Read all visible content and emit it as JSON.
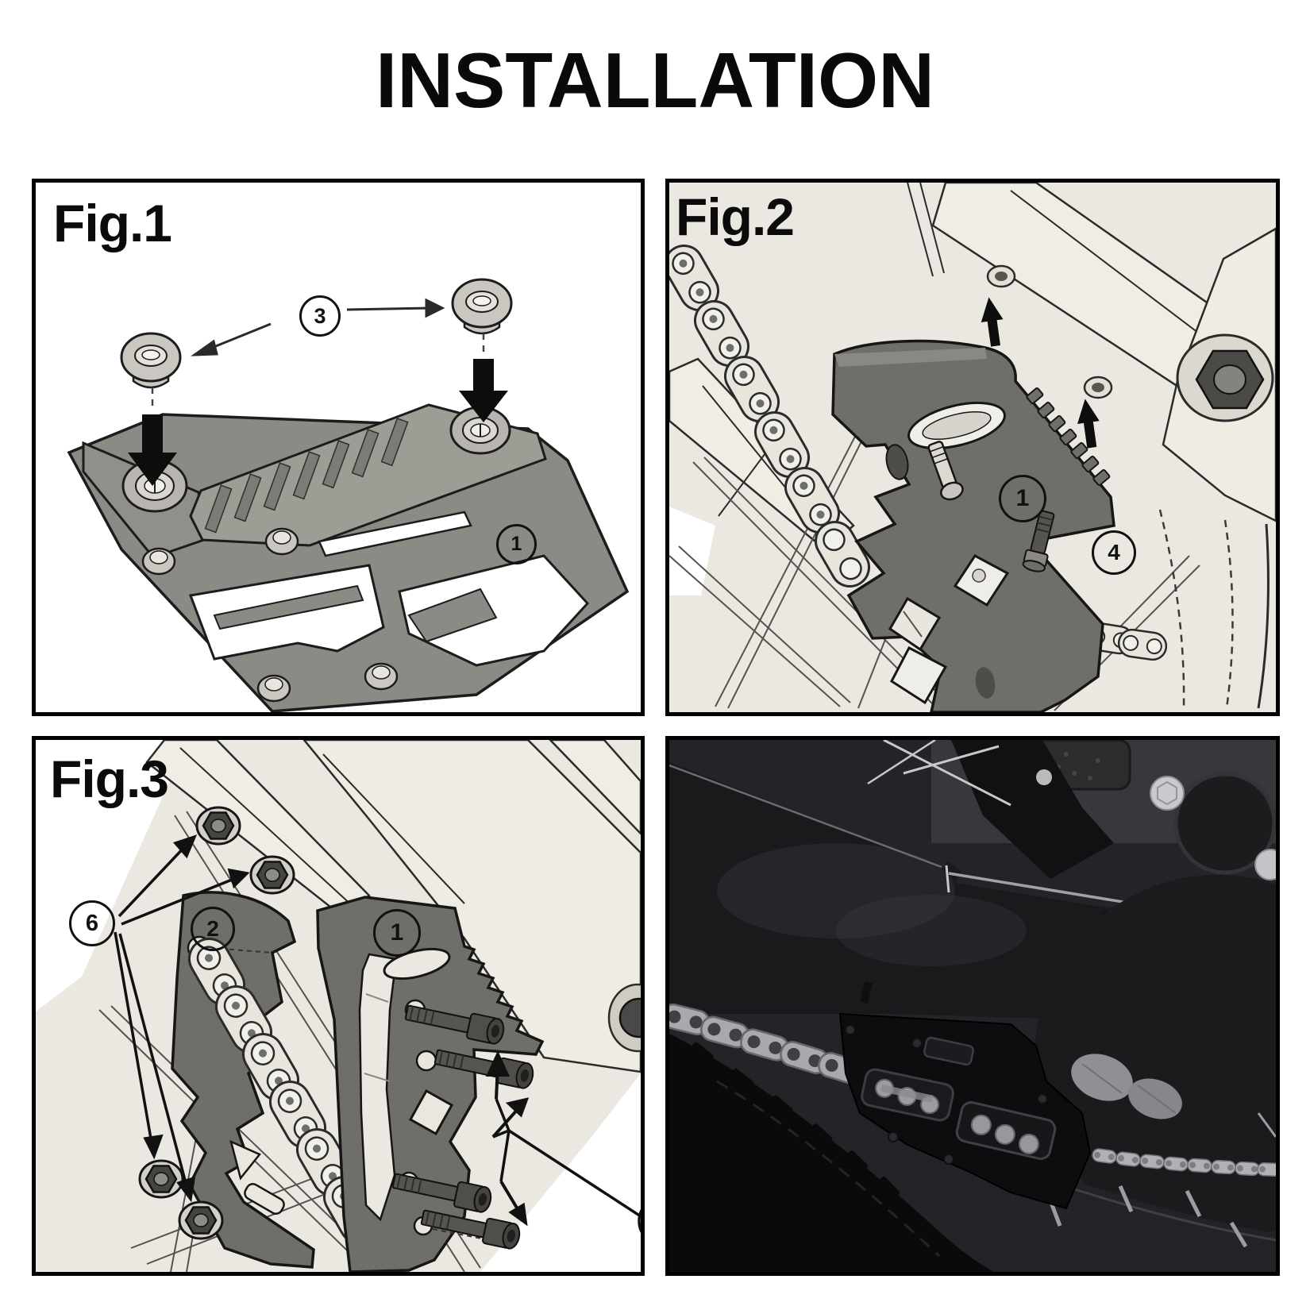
{
  "title": "INSTALLATION",
  "figures": {
    "fig1": {
      "label": "Fig.1",
      "callouts": {
        "washers": "3",
        "chain_guide": "1"
      }
    },
    "fig2": {
      "label": "Fig.2",
      "callouts": {
        "chain_guide": "1",
        "sprocket_area": "4"
      }
    },
    "fig3": {
      "label": "Fig.3",
      "callouts": {
        "nuts": "6",
        "outer_plate": "2",
        "chain_guide": "1"
      }
    }
  },
  "colors": {
    "background": "#ffffff",
    "panel_border": "#000000",
    "title_text": "#0a0a0a",
    "paper": "#ebe8e1",
    "dark_part": "#6f6e69",
    "fig1_part": "#8b8a85",
    "photo_silver": "#c4c7cb",
    "photo_ground": "#c9c5bd"
  }
}
